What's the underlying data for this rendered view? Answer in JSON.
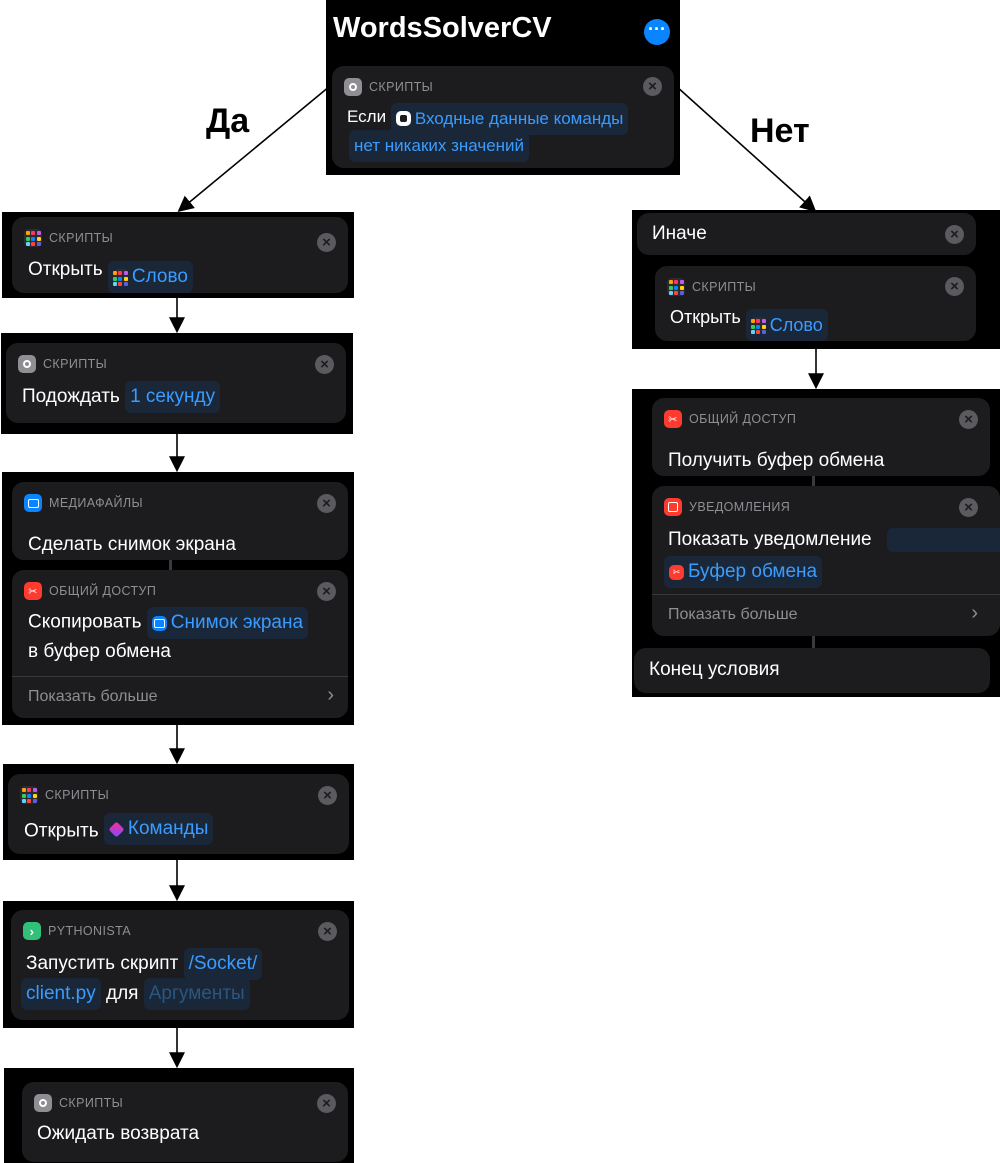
{
  "title": "WordsSolverCV",
  "branches": {
    "yes": "Да",
    "no": "Нет"
  },
  "categories": {
    "scripts": "СКРИПТЫ",
    "media": "МЕДИАФАЙЛЫ",
    "sharing": "ОБЩИЙ ДОСТУП",
    "pythonista": "PYTHONISTA",
    "notifications": "УВЕДОМЛЕНИЯ"
  },
  "if_action": {
    "word": "Если",
    "token_line1": "Входные данные команды",
    "token_line2": "нет никаких значений"
  },
  "yes_actions": {
    "open_word": {
      "verb": "Открыть",
      "app": "Слово"
    },
    "wait": {
      "verb": "Подождать",
      "value": "1 секунду"
    },
    "screenshot": {
      "text": "Сделать снимок экрана"
    },
    "copy": {
      "verb": "Скопировать",
      "token": "Снимок экрана",
      "rest": "в буфер обмена",
      "more": "Показать больше"
    },
    "open_shortcuts": {
      "verb": "Открыть",
      "app": "Команды"
    },
    "run_script": {
      "verb": "Запустить скрипт",
      "path1": "/Socket/",
      "path2": "client.py",
      "for": "для",
      "args": "Аргументы"
    },
    "wait_return": {
      "text": "Ожидать возврата"
    }
  },
  "no_actions": {
    "otherwise": "Иначе",
    "open_word": {
      "verb": "Открыть",
      "app": "Слово"
    },
    "get_clipboard": {
      "text": "Получить буфер обмена"
    },
    "show_notification": {
      "text": "Показать уведомление",
      "token": "Буфер обмена",
      "more": "Показать больше"
    },
    "end_if": "Конец условия"
  },
  "colors": {
    "accent": "#0a84ff",
    "card": "#1c1c1e",
    "background": "#000000"
  },
  "icons": [
    "more-icon",
    "gear-icon",
    "apps-grid-icon",
    "screenshot-icon",
    "scissors-icon",
    "pythonista-icon",
    "notification-icon",
    "close-icon",
    "chevron-right-icon"
  ]
}
